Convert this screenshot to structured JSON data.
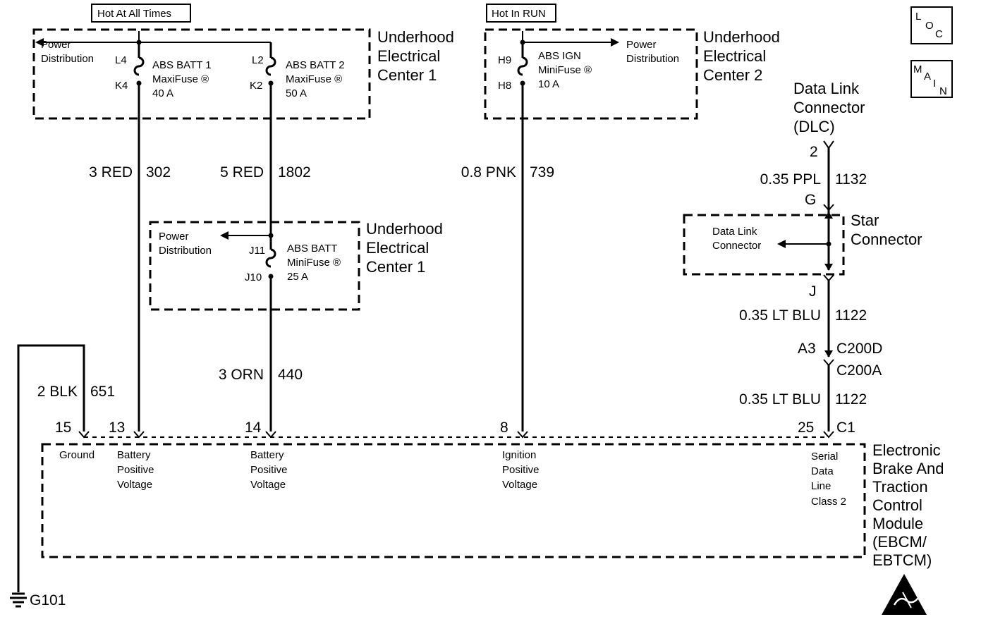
{
  "hot_labels": {
    "always": "Hot At All Times",
    "run": "Hot In RUN"
  },
  "icons": {
    "loc_letters": [
      "L",
      "O",
      "C"
    ],
    "main_letters": [
      "M",
      "A",
      "I",
      "N"
    ],
    "esd_warning": "esd-warning-icon",
    "ground": "ground-icon"
  },
  "uec1_top": {
    "title_lines": [
      "Underhood",
      "Electrical",
      "Center 1"
    ],
    "power_distribution": [
      "Power",
      "Distribution"
    ],
    "fuse1": {
      "in_pin": "L4",
      "out_pin": "K4",
      "lines": [
        "ABS BATT 1",
        "MaxiFuse ®",
        "40 A"
      ]
    },
    "fuse2": {
      "in_pin": "L2",
      "out_pin": "K2",
      "lines": [
        "ABS BATT 2",
        "MaxiFuse ®",
        "50 A"
      ]
    }
  },
  "uec2": {
    "title_lines": [
      "Underhood",
      "Electrical",
      "Center 2"
    ],
    "power_distribution": [
      "Power",
      "Distribution"
    ],
    "fuse": {
      "in_pin": "H9",
      "out_pin": "H8",
      "lines": [
        "ABS IGN",
        "MiniFuse ®",
        "10 A"
      ]
    }
  },
  "uec1_mid": {
    "title_lines": [
      "Underhood",
      "Electrical",
      "Center 1"
    ],
    "power_distribution": [
      "Power",
      "Distribution"
    ],
    "fuse": {
      "in_pin": "J11",
      "out_pin": "J10",
      "lines": [
        "ABS BATT",
        "MiniFuse ®",
        "25 A"
      ]
    }
  },
  "dlc": {
    "title_lines": [
      "Data Link",
      "Connector",
      "(DLC)"
    ],
    "pin": "2"
  },
  "star": {
    "title_lines": [
      "Star",
      "Connector"
    ],
    "inner_lines": [
      "Data Link",
      "Connector"
    ],
    "top_pin": "G",
    "bottom_pin": "J"
  },
  "connector": {
    "pin": "A3",
    "upper": "C200D",
    "lower": "C200A"
  },
  "wires": {
    "w302": {
      "gauge": "3 RED",
      "circuit": "302"
    },
    "w1802": {
      "gauge": "5 RED",
      "circuit": "1802"
    },
    "w739": {
      "gauge": "0.8 PNK",
      "circuit": "739"
    },
    "w1132": {
      "gauge": "0.35 PPL",
      "circuit": "1132"
    },
    "w440": {
      "gauge": "3 ORN",
      "circuit": "440"
    },
    "w1122a": {
      "gauge": "0.35 LT BLU",
      "circuit": "1122"
    },
    "w1122b": {
      "gauge": "0.35 LT BLU",
      "circuit": "1122"
    },
    "w651": {
      "gauge": "2 BLK",
      "circuit": "651"
    }
  },
  "module": {
    "title_lines": [
      "Electronic",
      "Brake And",
      "Traction",
      "Control",
      "Module",
      "(EBCM/",
      "EBTCM)"
    ],
    "connector": "C1",
    "pins": [
      {
        "num": "15",
        "lines": [
          "Ground"
        ]
      },
      {
        "num": "13",
        "lines": [
          "Battery",
          "Positive",
          "Voltage"
        ]
      },
      {
        "num": "14",
        "lines": [
          "Battery",
          "Positive",
          "Voltage"
        ]
      },
      {
        "num": "8",
        "lines": [
          "Ignition",
          "Positive",
          "Voltage"
        ]
      },
      {
        "num": "25",
        "lines": [
          "Serial",
          "Data",
          "Line",
          "Class 2"
        ]
      }
    ]
  },
  "ground": {
    "label": "G101"
  }
}
